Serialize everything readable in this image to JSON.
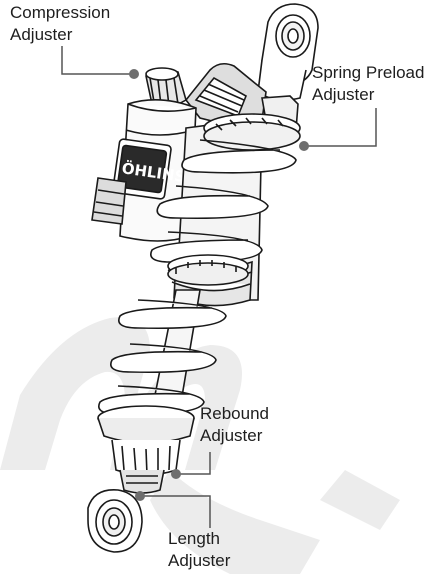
{
  "labels": {
    "compression": {
      "line1": "Compression",
      "line2": "Adjuster"
    },
    "spring_preload": {
      "line1": "Spring Preload",
      "line2": "Adjuster"
    },
    "rebound": {
      "line1": "Rebound",
      "line2": "Adjuster"
    },
    "length": {
      "line1": "Length",
      "line2": "Adjuster"
    }
  },
  "brand_mark": "ÖHLINS",
  "colors": {
    "outline": "#1a1a1a",
    "leader": "#555555",
    "dot": "#6e6e6e",
    "watermark": "#e6e6e6",
    "body_shade": "#d9d9d9"
  }
}
